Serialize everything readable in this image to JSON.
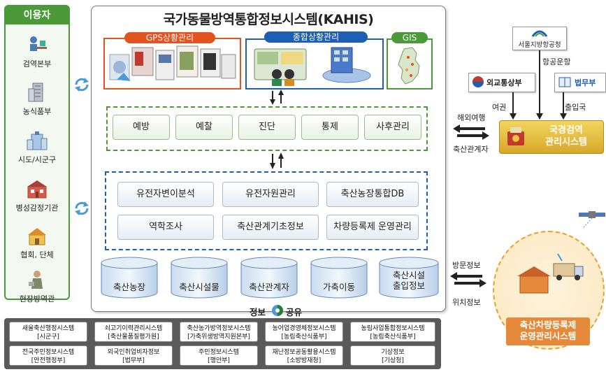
{
  "users": {
    "title": "이용자",
    "items": [
      "검역본부",
      "농식품부",
      "시도/시군구",
      "병성감정기관",
      "협회, 단체",
      "현장방역관"
    ]
  },
  "main": {
    "title": "국가동물방역통합정보시스템(KAHIS)",
    "tabs": {
      "gps": "GPS상황관리",
      "integrated": "종합상황관리",
      "gis": "GIS"
    },
    "modules_row1": [
      "예방",
      "예찰",
      "진단",
      "통제",
      "사후관리"
    ],
    "modules_row2": [
      "유전자변이분석",
      "유전자원관리",
      "축산농장통합DB"
    ],
    "modules_row3": [
      "역학조사",
      "축산관계기초정보",
      "차량등록제 운영관리"
    ],
    "databases": [
      {
        "label": "축산농장"
      },
      {
        "label": "축산시설물"
      },
      {
        "label": "축산관계자"
      },
      {
        "label": "가축이동"
      },
      {
        "label": "축산시설\n출입정보"
      }
    ],
    "share": {
      "left": "정보",
      "right": "공유"
    }
  },
  "external_systems": [
    {
      "name": "새울축산행정시스템",
      "org": "[시군구]"
    },
    {
      "name": "쇠고기이력관리시스템",
      "org": "[축산물품질평가원]"
    },
    {
      "name": "축산농가방역정보시스템",
      "org": "[가축위생방역지원본부]"
    },
    {
      "name": "농어업경영체정보시스템",
      "org": "[농림축산식품부]"
    },
    {
      "name": "농림사업통합정보시스템",
      "org": "[농림축산식품부]"
    },
    {
      "name": "전국주민정보시스템",
      "org": "[안전행정부]"
    },
    {
      "name": "외국인취업비자정보",
      "org": "[법무부]"
    },
    {
      "name": "주민정보시스템",
      "org": "[행안부]"
    },
    {
      "name": "재난정보공동활용시스템",
      "org": "[소방방재청]"
    },
    {
      "name": "기상정보",
      "org": "[기상청]"
    }
  ],
  "right": {
    "airport": "서울지방항공청",
    "air_label": "항공운항",
    "mofa": "외교통상부",
    "moj": "법무부",
    "passport_label": "여권",
    "immigration_label": "출입국",
    "border_system": "국경검역\n관리시스템",
    "overseas_label": "해외여행",
    "livestock_person_label": "축산관계자",
    "visit_label": "방문정보",
    "location_label": "위치정보",
    "vehicle_system": "축산차량등록제\n운영관리시스템"
  },
  "colors": {
    "green": "#4a9a3a",
    "blue": "#1e5fb4",
    "red": "#e2531f",
    "gold": "#e8c23a"
  }
}
